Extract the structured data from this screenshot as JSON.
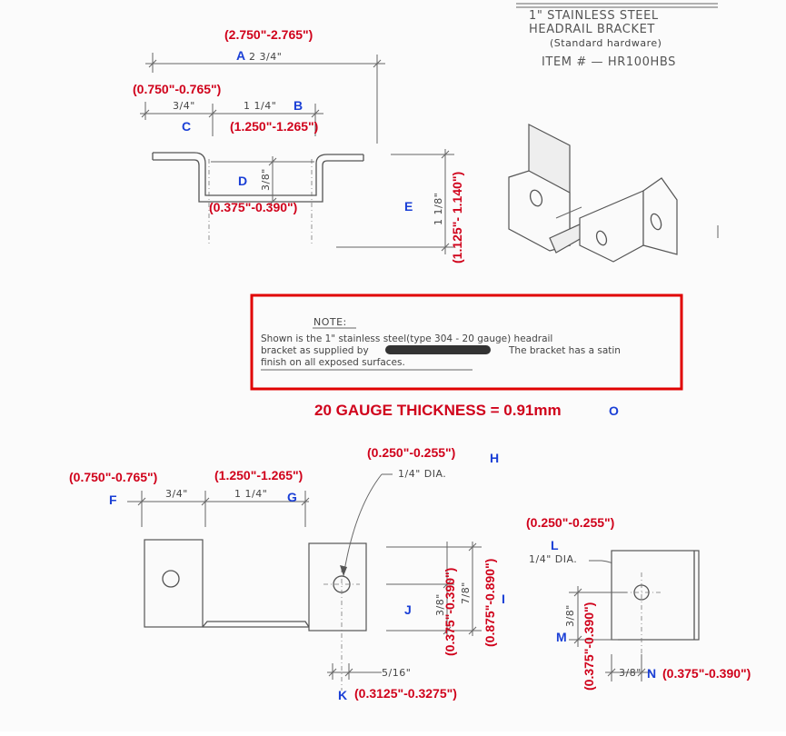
{
  "title_block": {
    "line1": "1\" STAINLESS STEEL",
    "line2": "HEADRAIL BRACKET",
    "line3": "(Standard hardware)",
    "line4": "ITEM # — HR100HBS"
  },
  "top_view": {
    "overall_tol": "(2.750\"-2.765\")",
    "overall_letter": "A",
    "overall_dim": "2 3/4\"",
    "left_tol": "(0.750\"-0.765\")",
    "left_dim": "3/4\"",
    "left_letter": "C",
    "mid_dim": "1 1/4\"",
    "mid_letter": "B",
    "mid_tol": "(1.250\"-1.265\")",
    "depth_letter": "D",
    "depth_dim": "3/8\"",
    "depth_tol": "(0.375\"-0.390\")",
    "height_letter": "E",
    "height_dim": "1 1/8\"",
    "height_tol": "(1.125\"- 1.140\")"
  },
  "note": {
    "heading": "NOTE:",
    "line1": "Shown is the 1\" stainless steel(type 304 - 20 gauge) headrail",
    "line2a": "bracket as supplied by",
    "line2b": "The bracket has a satin",
    "line3": "finish on all exposed surfaces."
  },
  "gauge": {
    "text": "20 GAUGE THICKNESS = 0.91mm",
    "letter": "O"
  },
  "bottom_view": {
    "left_tol": "(0.750\"-0.765\")",
    "left_letter": "F",
    "left_dim": "3/4\"",
    "mid_dim": "1 1/4\"",
    "mid_tol": "(1.250\"-1.265\")",
    "mid_letter": "G",
    "hole_tol": "(0.250\"-0.255\")",
    "hole_letter": "H",
    "hole_dim": "1/4\" DIA.",
    "j_letter": "J",
    "j_dim": "3/8\"",
    "j_tol": "(0.375\"-0.390\")",
    "i_dim": "7/8\"",
    "i_tol": "(0.875\"-0.890\")",
    "i_letter": "I",
    "k_dim": "5/16\"",
    "k_letter": "K",
    "k_tol": "(0.3125\"-0.3275\")"
  },
  "side_view": {
    "hole_tol": "(0.250\"-0.255\")",
    "hole_letter": "L",
    "hole_dim": "1/4\" DIA.",
    "m_dim": "3/8\"",
    "m_letter": "M",
    "m_tol": "(0.375\"-0.390\")",
    "n_dim": "3/8\"",
    "n_letter": "N",
    "n_tol": "(0.375\"-0.390\")"
  }
}
